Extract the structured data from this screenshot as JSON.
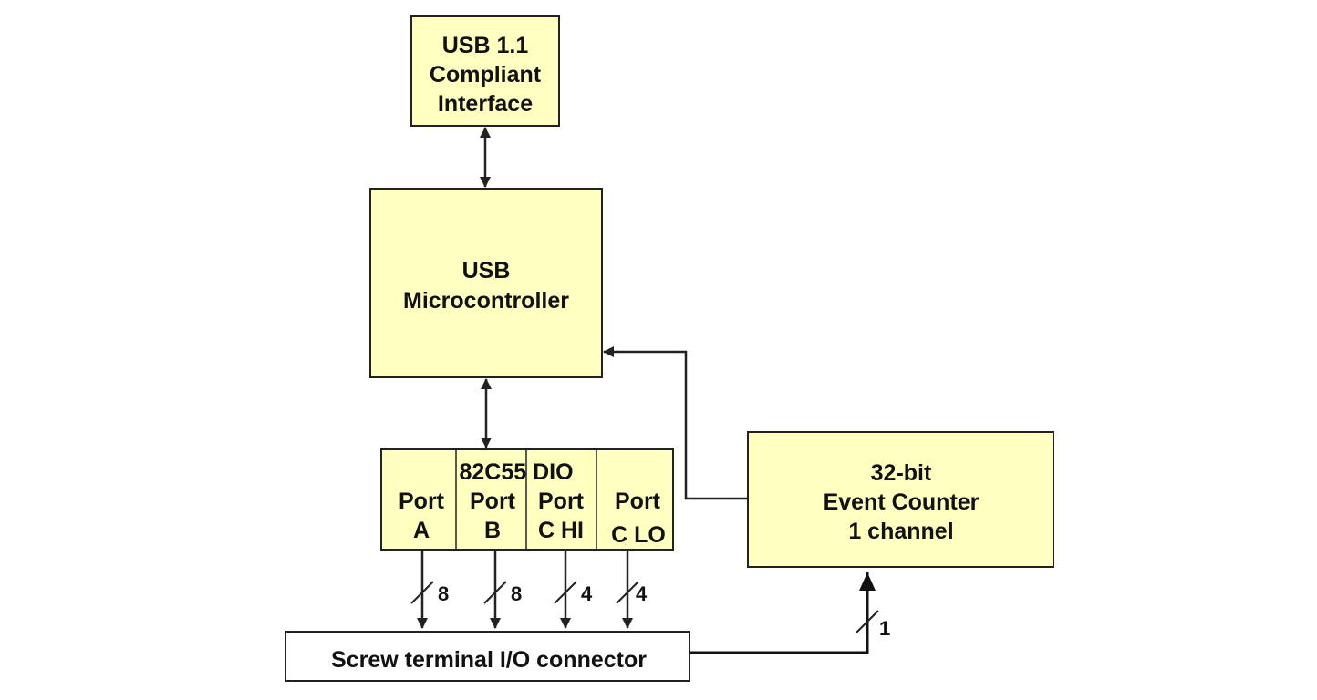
{
  "colors": {
    "block_fill": "#ffffc0",
    "connector_fill": "#ffffff",
    "stroke": "#222222",
    "text": "#111111"
  },
  "usb_interface": {
    "line1": "USB 1.1",
    "line2": "Compliant",
    "line3": "Interface"
  },
  "microcontroller": {
    "line1": "USB",
    "line2": "Microcontroller"
  },
  "dio": {
    "title": "82C55 DIO",
    "ports": [
      {
        "line1": "Port",
        "line2": "A",
        "bus_width": "8"
      },
      {
        "line1": "Port",
        "line2": "B",
        "bus_width": "8"
      },
      {
        "line1": "Port",
        "line2": "C HI",
        "bus_width": "4"
      },
      {
        "line1": "Port",
        "line2": "C LO",
        "bus_width": "4"
      }
    ]
  },
  "counter": {
    "line1": "32-bit",
    "line2": "Event Counter",
    "line3": "1 channel",
    "bus_width": "1"
  },
  "connector": {
    "label": "Screw terminal I/O connector"
  }
}
